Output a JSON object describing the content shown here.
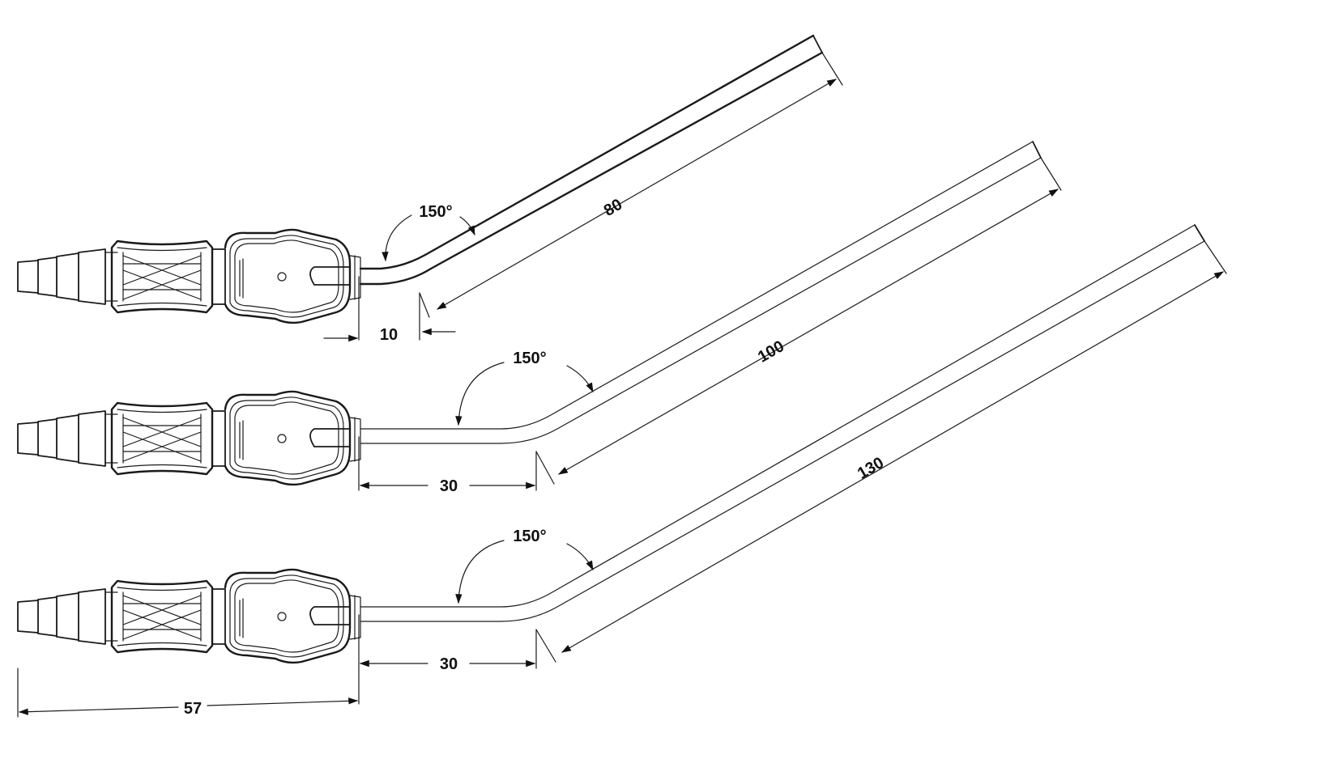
{
  "cannulas": [
    {
      "name": "top",
      "angle": "150°",
      "length": "80",
      "straight": "10"
    },
    {
      "name": "middle",
      "angle": "150°",
      "length": "100",
      "straight": "30"
    },
    {
      "name": "bottom",
      "angle": "150°",
      "length": "130",
      "straight": "30"
    }
  ],
  "overall_length": "57"
}
